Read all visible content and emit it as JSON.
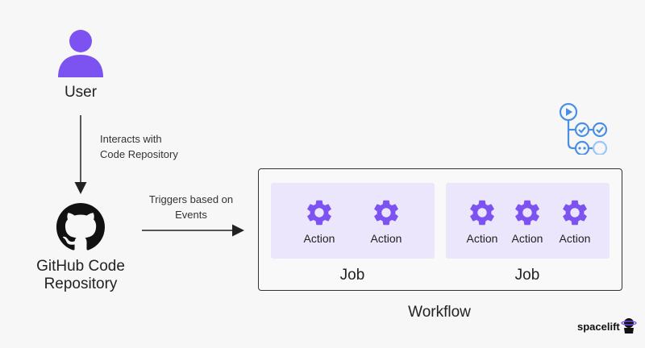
{
  "user": {
    "label": "User",
    "icon": "user-icon"
  },
  "edges": {
    "user_to_repo": [
      "Interacts with",
      "Code Repository"
    ],
    "repo_to_workflow": [
      "Triggers based on",
      "Events"
    ]
  },
  "repository": {
    "label_lines": [
      "GitHub Code",
      "Repository"
    ],
    "icon": "github-icon"
  },
  "workflow": {
    "label": "Workflow",
    "jobs": [
      {
        "label": "Job",
        "actions": [
          "Action",
          "Action"
        ]
      },
      {
        "label": "Job",
        "actions": [
          "Action",
          "Action",
          "Action"
        ]
      }
    ]
  },
  "brand": {
    "name": "spacelift"
  },
  "colors": {
    "accent": "#7c52f0",
    "job_panel": "#ebe6fb",
    "actions_icon": "#4a90e2"
  }
}
